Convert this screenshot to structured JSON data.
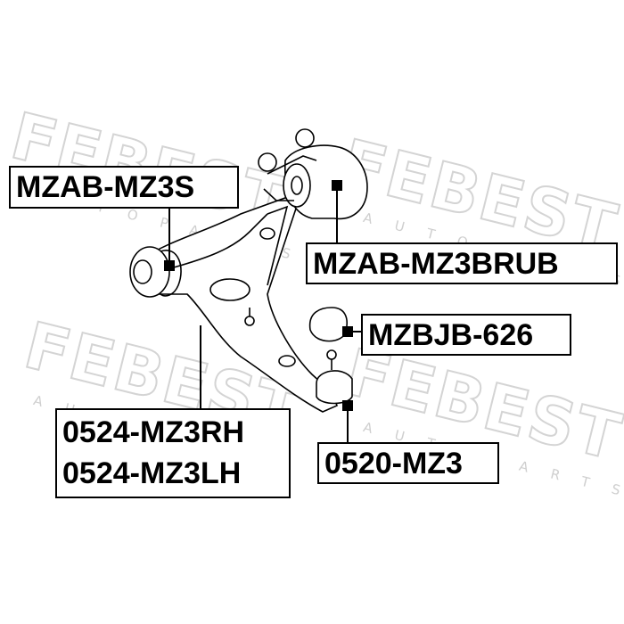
{
  "watermark": {
    "brand": "FEBEST",
    "tagline": "AUTOPARTS"
  },
  "labels": {
    "bushing_front": "MZAB-MZ3S",
    "bushing_rear": "MZAB-MZ3BRUB",
    "ball_joint_boot": "MZBJB-626",
    "control_arm_right": "0524-MZ3RH",
    "control_arm_left": "0524-MZ3LH",
    "ball_joint": "0520-MZ3"
  }
}
